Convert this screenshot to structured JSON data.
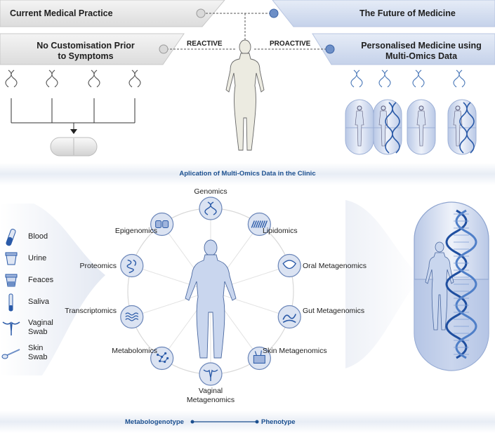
{
  "top": {
    "left_title": "Current Medical Practice",
    "right_title": "The Future of Medicine",
    "left_subtitle_line1": "No Customisation Prior",
    "left_subtitle_line2": "to Symptoms",
    "right_subtitle_line1": "Personalised Medicine using",
    "right_subtitle_line2": "Multi-Omics Data",
    "reactive": "REACTIVE",
    "proactive": "PROACTIVE"
  },
  "band_title": "Aplication of Multi-Omics Data in the Clinic",
  "samples": [
    {
      "label": "Blood",
      "icon": "blood-tube-icon"
    },
    {
      "label": "Urine",
      "icon": "urine-cup-icon"
    },
    {
      "label": "Feaces",
      "icon": "feces-container-icon"
    },
    {
      "label": "Saliva",
      "icon": "saliva-tube-icon"
    },
    {
      "label": "Vaginal",
      "label2": "Swab",
      "icon": "uterus-icon"
    },
    {
      "label": "Skin",
      "label2": "Swab",
      "icon": "swab-icon"
    }
  ],
  "omics": [
    {
      "label": "Genomics",
      "icon": "dna-icon"
    },
    {
      "label": "Lipidomics",
      "icon": "lipid-bilayer-icon"
    },
    {
      "label": "Oral Metagenomics",
      "icon": "mouth-icon"
    },
    {
      "label": "Gut Metagenomics",
      "icon": "gut-icon"
    },
    {
      "label": "Skin Metagenomics",
      "icon": "skin-layers-icon"
    },
    {
      "label": "Vaginal",
      "label2": "Metagenomics",
      "icon": "uterus-icon"
    },
    {
      "label": "Metabolomics",
      "icon": "molecule-network-icon"
    },
    {
      "label": "Transcriptomics",
      "icon": "wave-icon"
    },
    {
      "label": "Proteomics",
      "icon": "protein-icon"
    },
    {
      "label": "Epigenomics",
      "icon": "chromatin-icon"
    }
  ],
  "bottom": {
    "left": "Metabologenotype",
    "right": "Phenotype"
  },
  "colors": {
    "blue": "#4a78b8",
    "light_blue": "#d6e0f0",
    "grey_panel": "#e9e9e9",
    "dark_blue_text": "#1b4f8f"
  }
}
